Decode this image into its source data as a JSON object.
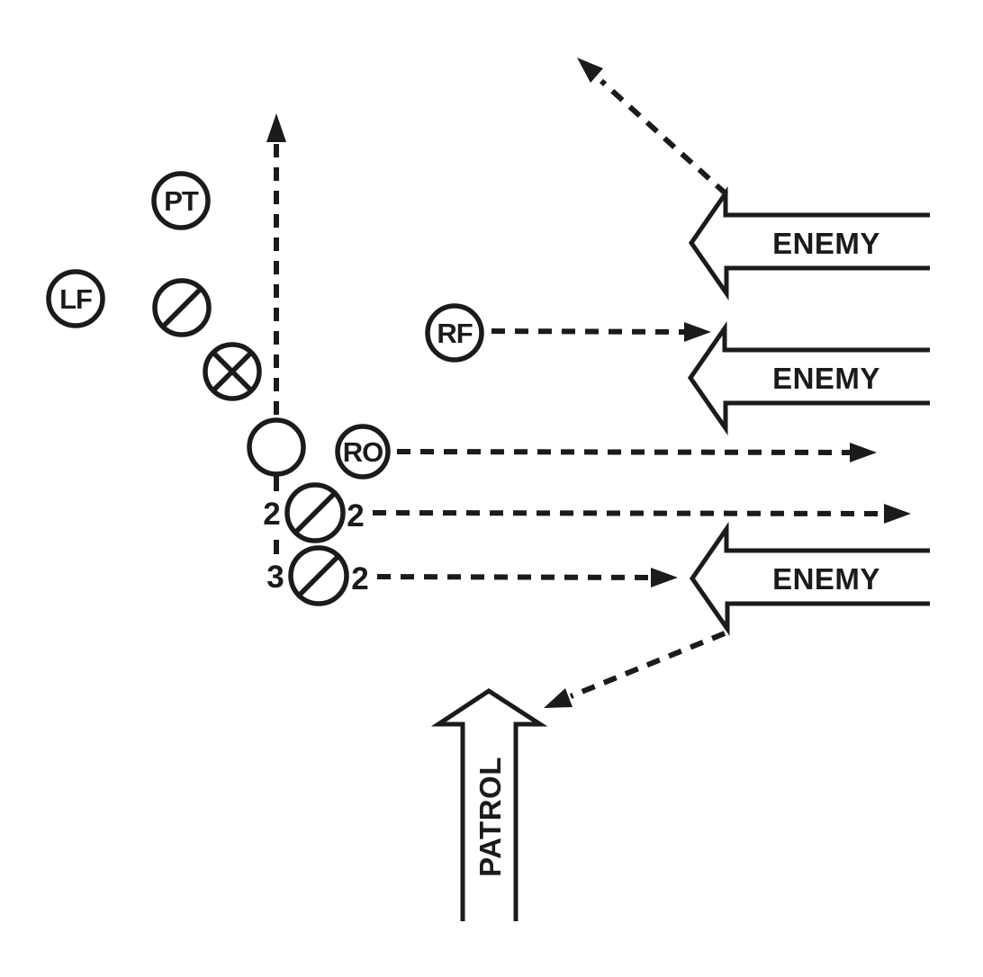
{
  "colors": {
    "ink": "#1b1b1b",
    "paper": "#ffffff"
  },
  "unit_symbols": {
    "pt": {
      "label": "PT"
    },
    "lf": {
      "label": "LF"
    },
    "rf": {
      "label": "RF"
    },
    "ro": {
      "label": "RO"
    }
  },
  "team_counts": {
    "upper_left": "2",
    "upper_right": "2",
    "lower_left": "3",
    "lower_right": "2"
  },
  "enemy_arrows": {
    "top": {
      "label": "ENEMY"
    },
    "middle": {
      "label": "ENEMY"
    },
    "bottom": {
      "label": "ENEMY"
    }
  },
  "patrol_arrow": {
    "label": "PATROL"
  }
}
